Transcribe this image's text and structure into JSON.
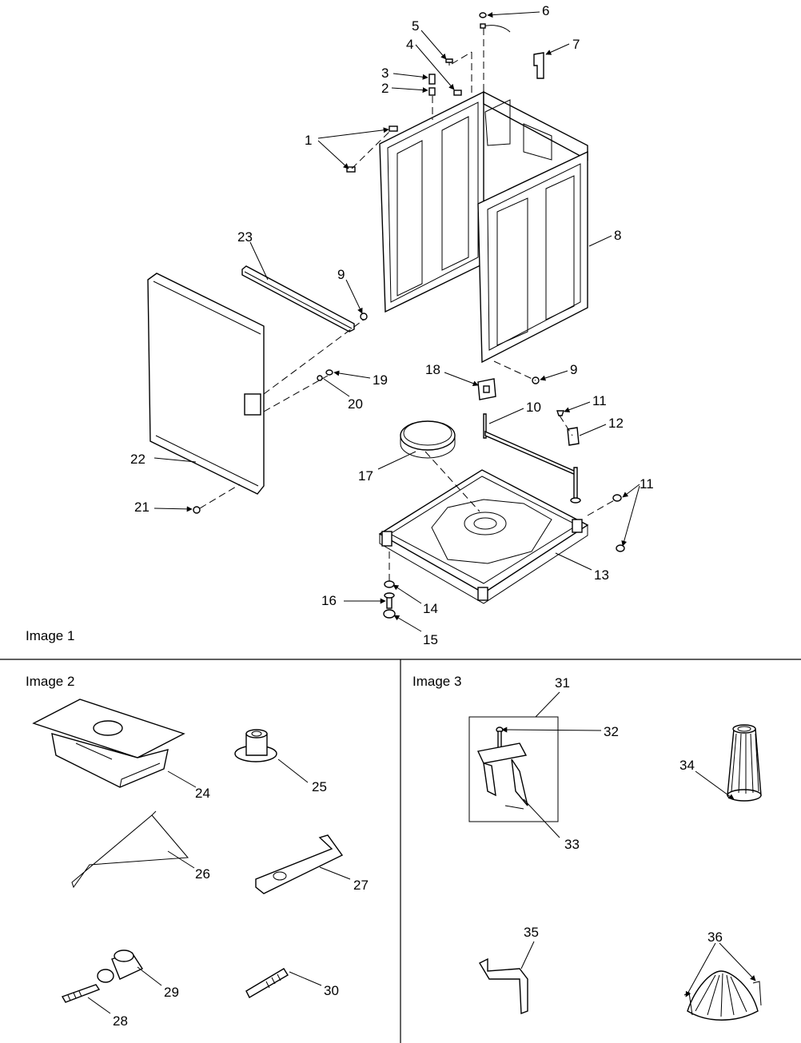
{
  "sections": {
    "image1": "Image 1",
    "image2": "Image 2",
    "image3": "Image 3"
  },
  "labels": {
    "l1": "1",
    "l2": "2",
    "l3": "3",
    "l4": "4",
    "l5": "5",
    "l6": "6",
    "l7": "7",
    "l8": "8",
    "l9a": "9",
    "l9b": "9",
    "l10": "10",
    "l11a": "11",
    "l11b": "11",
    "l12": "12",
    "l13": "13",
    "l14": "14",
    "l15": "15",
    "l16": "16",
    "l17": "17",
    "l18": "18",
    "l19": "19",
    "l20": "20",
    "l21": "21",
    "l22": "22",
    "l23": "23",
    "l24": "24",
    "l25": "25",
    "l26": "26",
    "l27": "27",
    "l28": "28",
    "l29": "29",
    "l30": "30",
    "l31": "31",
    "l32": "32",
    "l33": "33",
    "l34": "34",
    "l35": "35",
    "l36": "36"
  }
}
